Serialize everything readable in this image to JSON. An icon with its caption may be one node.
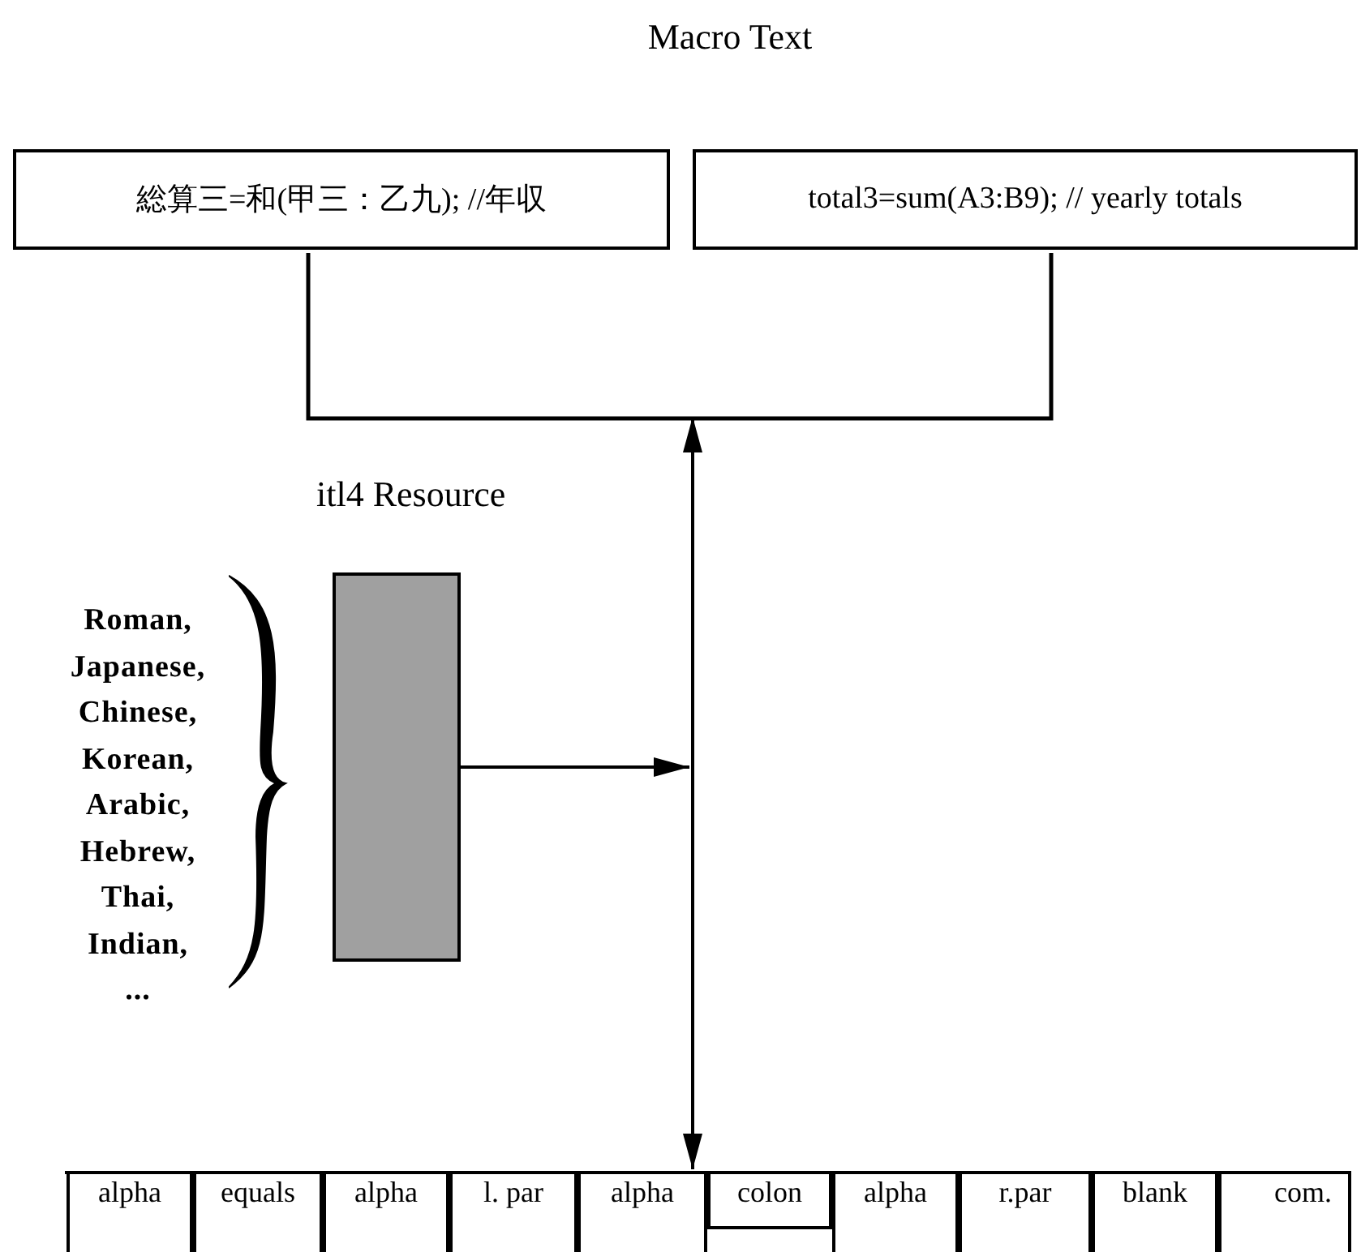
{
  "diagram": {
    "title": "Macro Text",
    "nodes": [
      {
        "text": [
          "総算三=和(甲三：乙九); //年収"
        ]
      },
      {
        "text": [
          "total3=sum(A3:B9); // yearly totals"
        ]
      },
      {
        "text": [
          "itl4 Resource"
        ]
      },
      {
        "text": [],
        "shape": "box"
      },
      {
        "text": [
          "alpha"
        ],
        "in": 3
      },
      {
        "text": [
          "equals"
        ],
        "in": 3
      },
      {
        "text": [
          "alpha"
        ],
        "in": 3
      },
      {
        "text": [
          "l. par"
        ],
        "in": 3
      },
      {
        "text": [
          "alpha"
        ],
        "in": 3
      },
      {
        "text": [
          "colon"
        ],
        "in": 3
      },
      {
        "text": [
          "alpha"
        ],
        "in": 3
      },
      {
        "text": [
          "r.par"
        ],
        "in": 3
      },
      {
        "text": [
          "blank"
        ],
        "in": 3
      },
      {
        "text": [
          "com."
        ],
        "in": 3
      }
    ],
    "edges": [
      {
        "from": 0,
        "to": 3,
        "arrow": "to"
      },
      {
        "from": 1,
        "to": 3,
        "arrow": "to"
      },
      {
        "from": 2,
        "to": null,
        "arrow": "to"
      }
    ],
    "labels": [
      "Roman, Japanese, Chinese, Korean, Arabic, Hebrew, Thai, Indian, ..."
    ]
  }
}
